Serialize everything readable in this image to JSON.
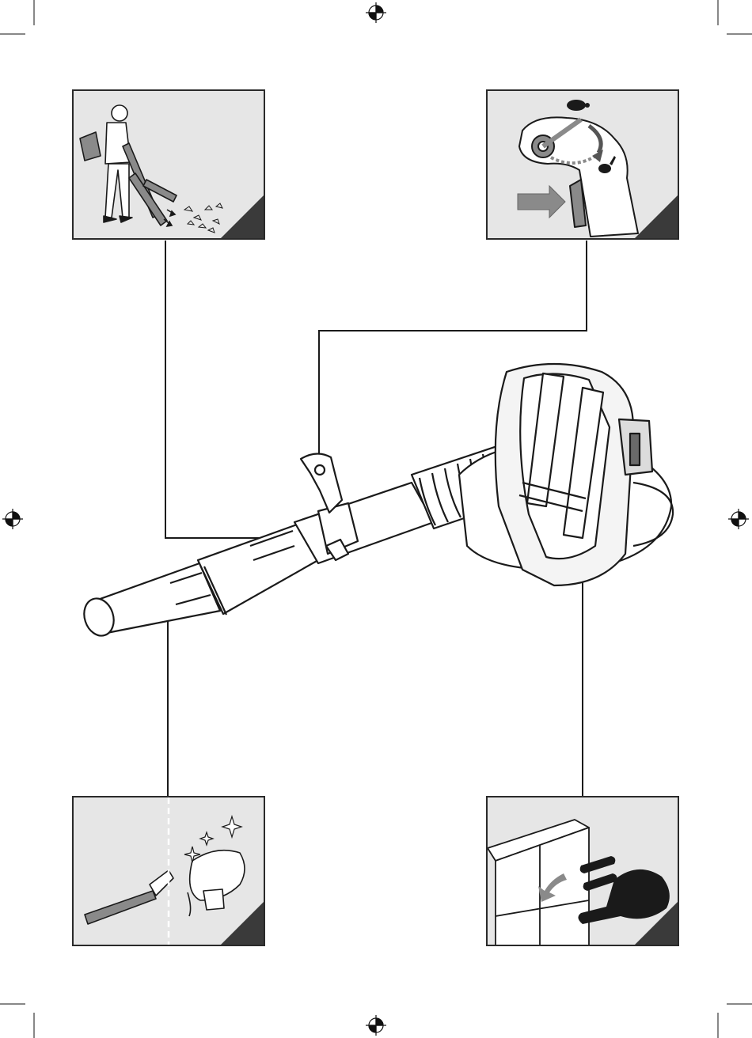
{
  "page": {
    "colors": {
      "panel_background": "#e6e6e6",
      "panel_border": "#2a2a2a",
      "line_art": "#1a1a1a",
      "corner_tab": "#3a3a3a",
      "accent_gray": "#8a8a8a"
    },
    "panels": [
      {
        "id": "top-left",
        "depicts": "operator-blowing-leaves"
      },
      {
        "id": "top-right",
        "depicts": "throttle-lever-speed-control",
        "icons": [
          "turtle-icon",
          "rabbit-icon",
          "arrow-icon"
        ]
      },
      {
        "id": "bottom-left",
        "depicts": "clean-blower-after-use",
        "icons": [
          "sparkle-icon"
        ]
      },
      {
        "id": "bottom-right",
        "depicts": "store-blower-in-cabinet",
        "icons": [
          "arrow-icon"
        ]
      }
    ],
    "main_illustration": "backpack-leaf-blower",
    "registration_marks": [
      "top-center",
      "left-middle",
      "right-middle",
      "bottom-center"
    ]
  }
}
